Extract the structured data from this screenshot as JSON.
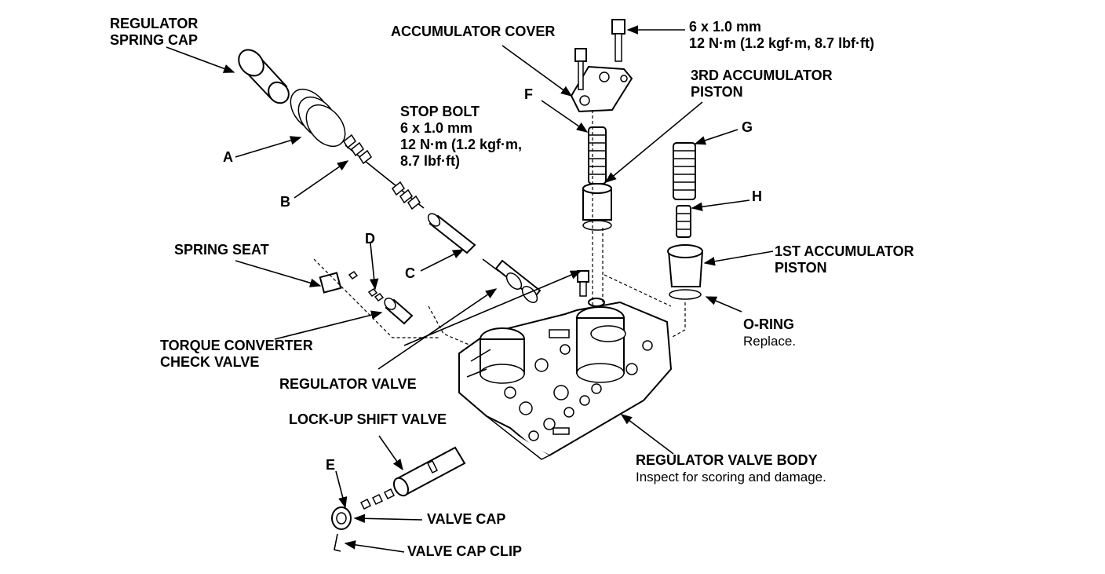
{
  "labels": {
    "regulator_spring_cap": [
      "REGULATOR",
      "SPRING CAP"
    ],
    "accumulator_cover": "ACCUMULATOR COVER",
    "cover_bolt_spec": [
      "6 x 1.0 mm",
      "12 N·m (1.2 kgf·m, 8.7 lbf·ft)"
    ],
    "third_accumulator_piston": [
      "3RD ACCUMULATOR",
      "PISTON"
    ],
    "stop_bolt": [
      "STOP BOLT",
      "6 x 1.0 mm",
      "12 N·m (1.2 kgf·m,",
      "8.7 lbf·ft)"
    ],
    "letter_f": "F",
    "letter_g": "G",
    "letter_h": "H",
    "letter_a": "A",
    "letter_b": "B",
    "letter_c": "C",
    "letter_d": "D",
    "letter_e": "E",
    "spring_seat": "SPRING SEAT",
    "first_accumulator_piston": [
      "1ST ACCUMULATOR",
      "PISTON"
    ],
    "o_ring": "O-RING",
    "o_ring_note": "Replace.",
    "torque_converter_check_valve": [
      "TORQUE CONVERTER",
      "CHECK VALVE"
    ],
    "regulator_valve": "REGULATOR VALVE",
    "lockup_shift_valve": "LOCK-UP SHIFT VALVE",
    "regulator_valve_body": "REGULATOR VALVE BODY",
    "regulator_valve_body_note": "Inspect for scoring and damage.",
    "valve_cap": "VALVE CAP",
    "valve_cap_clip": "VALVE CAP CLIP"
  },
  "icons": [
    "arrow-icon",
    "bolt-icon",
    "spring-icon",
    "valve-body-icon"
  ],
  "colors": {
    "ink": "#000000",
    "paper": "#ffffff"
  }
}
